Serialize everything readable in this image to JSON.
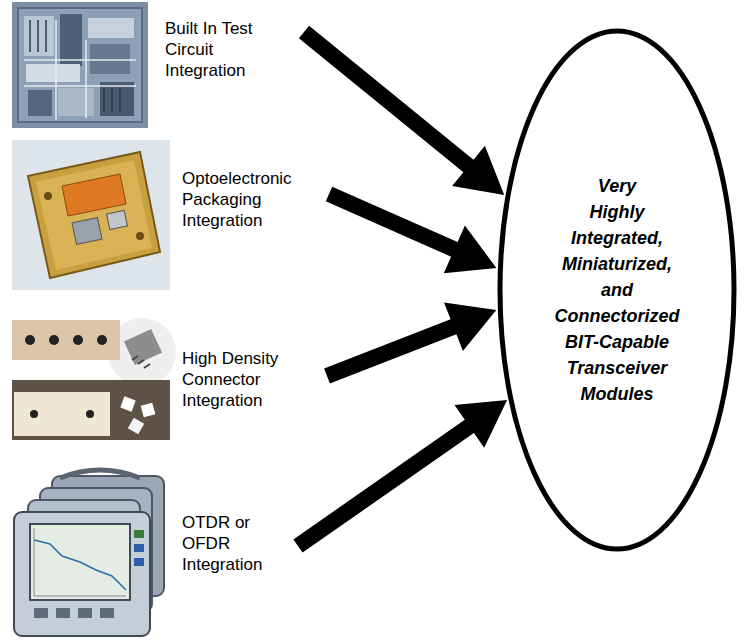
{
  "diagram": {
    "nodes": [
      {
        "text": [
          "Built In Test Circuit Integration"
        ]
      },
      {
        "text": [
          "Optoelectronic Packaging Integration"
        ]
      },
      {
        "text": [
          "High Density Connector Integration"
        ]
      },
      {
        "text": [
          "OTDR or OFDR Integration"
        ]
      },
      {
        "text": [
          "Very Highly Integrated, Miniaturized, and Connectorized BIT-Capable Transceiver Modules"
        ]
      }
    ],
    "edges": [
      {
        "from": 0,
        "to": 4,
        "arrow": "to"
      },
      {
        "from": 1,
        "to": 4,
        "arrow": "to"
      },
      {
        "from": 2,
        "to": 4,
        "arrow": "to"
      },
      {
        "from": 3,
        "to": 4,
        "arrow": "to"
      }
    ]
  }
}
